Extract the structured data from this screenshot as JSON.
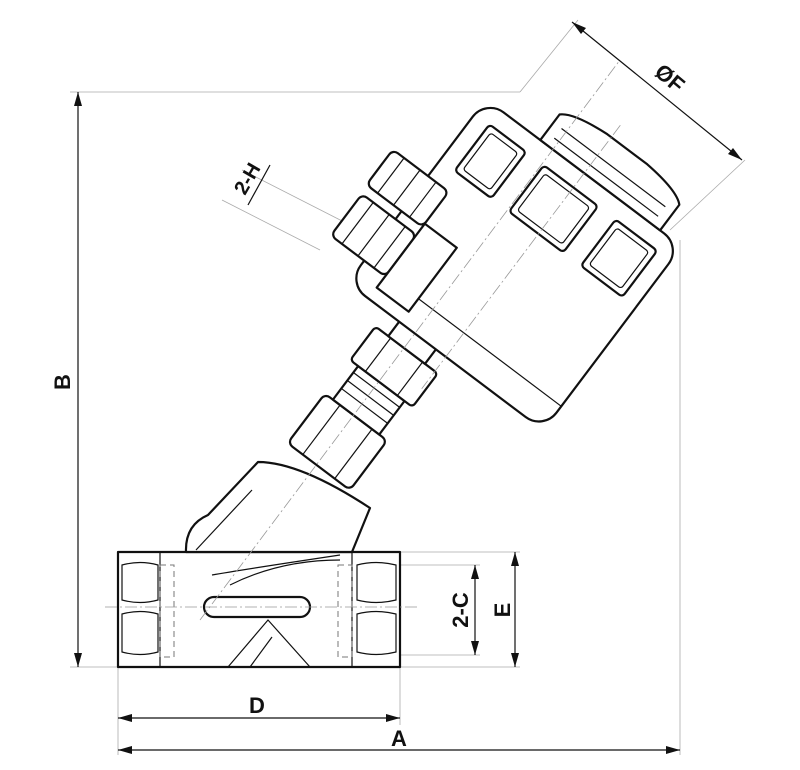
{
  "dimensions": {
    "A": "A",
    "B": "B",
    "C": "2-C",
    "D": "D",
    "E": "E",
    "F": "ØF",
    "H": "2-H"
  }
}
